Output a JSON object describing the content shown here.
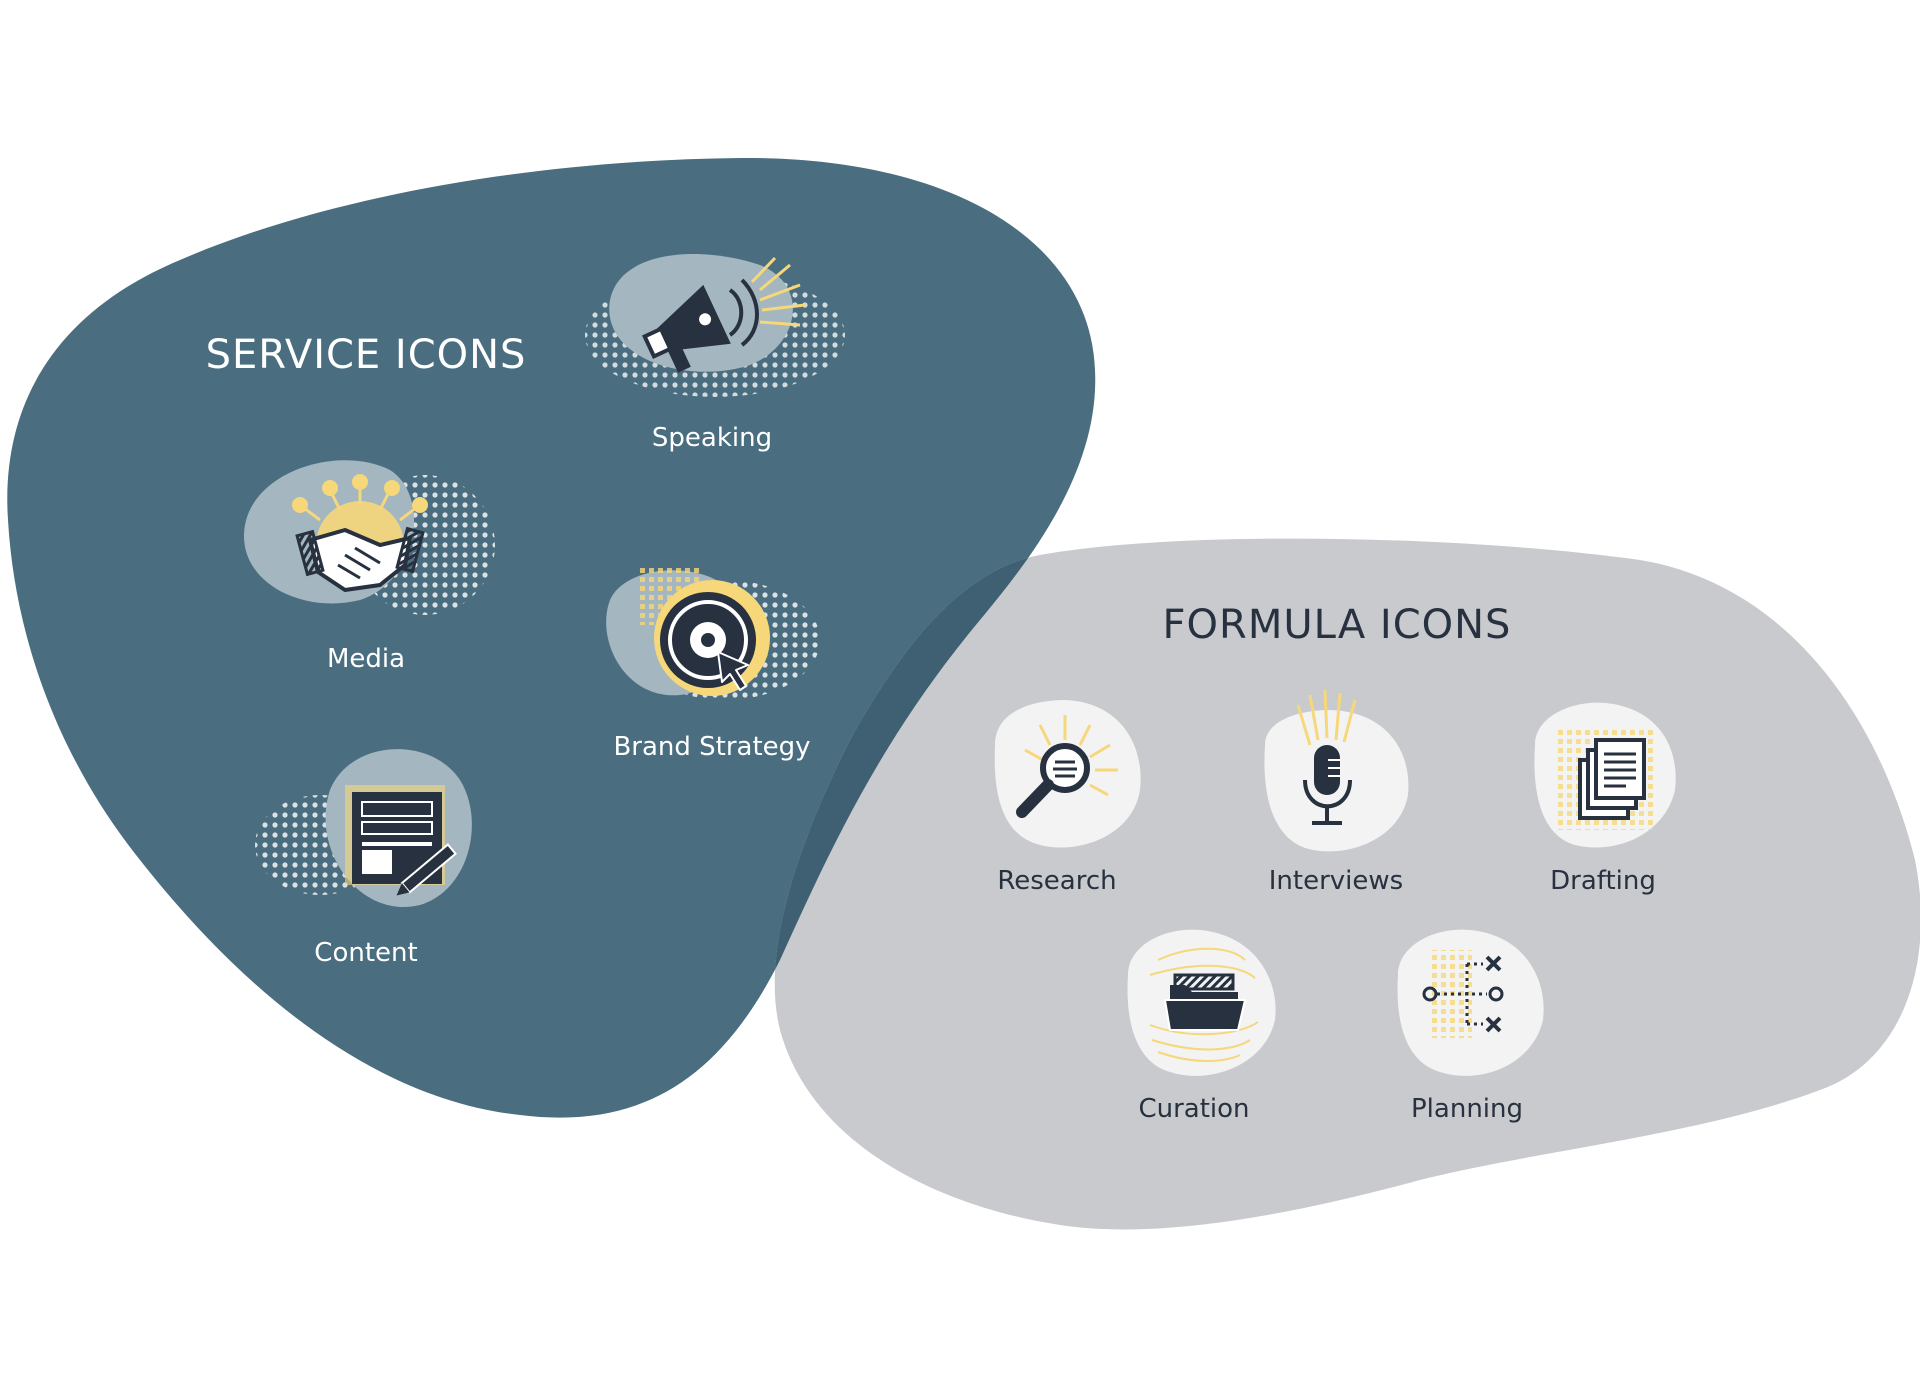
{
  "colors": {
    "service_blob": "#4a6e80",
    "formula_blob": "#c9cacd",
    "overlap": "#3f6072",
    "service_text": "#ffffff",
    "formula_text": "#27313f",
    "accent_yellow": "#f6d77a",
    "icon_dark": "#27313f",
    "icon_bg_light": "#f3f3f3",
    "icon_bg_service": "#a4b6bf"
  },
  "service": {
    "title": "SERVICE ICONS",
    "items": [
      {
        "label": "Speaking",
        "icon": "megaphone-icon"
      },
      {
        "label": "Media",
        "icon": "handshake-icon"
      },
      {
        "label": "Brand Strategy",
        "icon": "target-icon"
      },
      {
        "label": "Content",
        "icon": "document-pen-icon"
      }
    ]
  },
  "formula": {
    "title": "FORMULA ICONS",
    "items": [
      {
        "label": "Research",
        "icon": "magnifier-icon"
      },
      {
        "label": "Interviews",
        "icon": "microphone-icon"
      },
      {
        "label": "Drafting",
        "icon": "pages-icon"
      },
      {
        "label": "Curation",
        "icon": "folder-icon"
      },
      {
        "label": "Planning",
        "icon": "play-diagram-icon"
      }
    ]
  }
}
